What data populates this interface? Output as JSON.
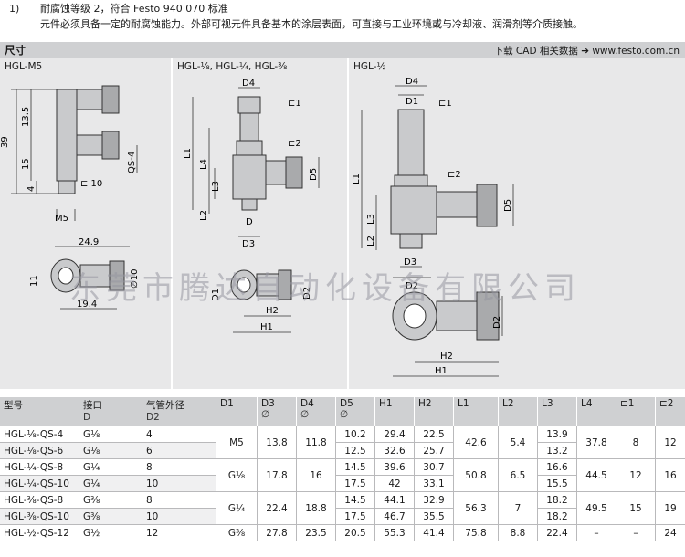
{
  "note": {
    "number": "1)",
    "line1": "耐腐蚀等级 2，符合 Festo 940 070 标准",
    "line2": "元件必须具备一定的耐腐蚀能力。外部可视元件具备基本的涂层表面，可直接与工业环境或与冷却液、润滑剂等介质接触。"
  },
  "section": {
    "title": "尺寸",
    "cad": "下载 CAD 相关数据 ➔ www.festo.com.cn"
  },
  "panels": {
    "p1": {
      "title": "HGL-M5",
      "labels": {
        "d39": "39",
        "d13_5": "13.5",
        "d15": "15",
        "d4": "4",
        "qs4": "QS-4",
        "sw10": "⊏ 10",
        "m5": "M5",
        "d24_9": "24.9",
        "d11": "11",
        "d19_4": "19.4",
        "dia10": "∅10"
      }
    },
    "p2": {
      "title": "HGL-⅛, HGL-¼, HGL-⅜",
      "labels": {
        "d4": "D4",
        "sw1": "⊏1",
        "sw2": "⊏2",
        "l1": "L1",
        "l4": "L4",
        "d5": "D5",
        "l3": "L3",
        "l2": "L2",
        "d": "D",
        "d3": "D3",
        "d1": "D1",
        "d2": "D2",
        "h2": "H2",
        "h1": "H1"
      }
    },
    "p3": {
      "title": "HGL-½",
      "labels": {
        "d4": "D4",
        "d1": "D1",
        "sw1": "⊏1",
        "sw2": "⊏2",
        "l1": "L1",
        "d5": "D5",
        "l3": "L3",
        "l2": "L2",
        "d3": "D3",
        "d2a": "D2",
        "d2b": "D2",
        "h2": "H2",
        "h1": "H1"
      }
    }
  },
  "watermark": "东莞市腾达自动化设备有限公司",
  "table": {
    "headers": [
      {
        "main": "型号",
        "sub": ""
      },
      {
        "main": "接口",
        "sub": "D"
      },
      {
        "main": "气管外径",
        "sub": "D2"
      },
      {
        "main": "D1",
        "sub": ""
      },
      {
        "main": "D3",
        "sub": "∅"
      },
      {
        "main": "D4",
        "sub": "∅"
      },
      {
        "main": "D5",
        "sub": "∅"
      },
      {
        "main": "H1",
        "sub": ""
      },
      {
        "main": "H2",
        "sub": ""
      },
      {
        "main": "L1",
        "sub": ""
      },
      {
        "main": "L2",
        "sub": ""
      },
      {
        "main": "L3",
        "sub": ""
      },
      {
        "main": "L4",
        "sub": ""
      },
      {
        "main": "⊏1",
        "sub": ""
      },
      {
        "main": "⊏2",
        "sub": ""
      }
    ],
    "rows": [
      [
        "HGL-⅛-QS-4",
        "G⅛",
        "4",
        "10.2",
        "29.4",
        "22.5",
        "13.9"
      ],
      [
        "HGL-⅛-QS-6",
        "G⅛",
        "6",
        "12.5",
        "32.6",
        "25.7",
        "13.2"
      ],
      [
        "HGL-¼-QS-8",
        "G¼",
        "8",
        "14.5",
        "39.6",
        "30.7",
        "16.6"
      ],
      [
        "HGL-¼-QS-10",
        "G¼",
        "10",
        "17.5",
        "42",
        "33.1",
        "15.5"
      ],
      [
        "HGL-⅜-QS-8",
        "G⅜",
        "8",
        "14.5",
        "44.1",
        "32.9",
        "18.2"
      ],
      [
        "HGL-⅜-QS-10",
        "G⅜",
        "10",
        "17.5",
        "46.7",
        "35.5",
        "18.2"
      ]
    ],
    "groups": [
      {
        "d1": "M5",
        "d3": "13.8",
        "d4": "11.8",
        "l1": "42.6",
        "l2": "5.4",
        "l4": "37.8",
        "sw1": "8",
        "sw2": "12"
      },
      {
        "d1": "G⅛",
        "d3": "17.8",
        "d4": "16",
        "l1": "50.8",
        "l2": "6.5",
        "l4": "44.5",
        "sw1": "12",
        "sw2": "16"
      },
      {
        "d1": "G¼",
        "d3": "22.4",
        "d4": "18.8",
        "l1": "56.3",
        "l2": "7",
        "l4": "49.5",
        "sw1": "15",
        "sw2": "19"
      }
    ],
    "last": [
      "HGL-½-QS-12",
      "G½",
      "12",
      "G⅜",
      "27.8",
      "23.5",
      "20.5",
      "55.3",
      "41.4",
      "75.8",
      "8.8",
      "22.4",
      "–",
      "–",
      "24"
    ]
  }
}
